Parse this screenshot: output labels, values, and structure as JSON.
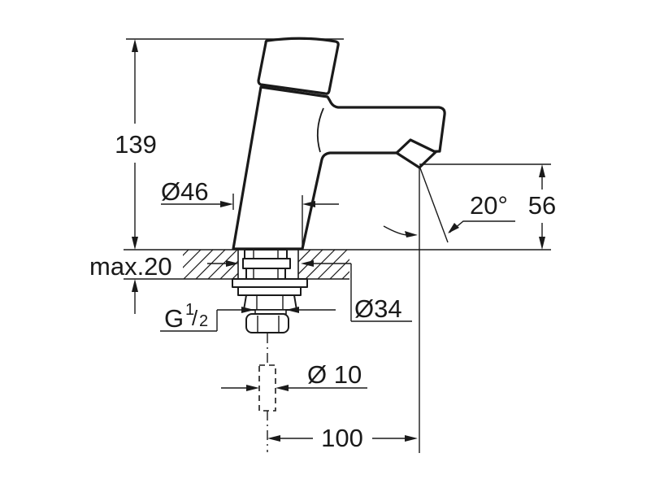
{
  "drawing": {
    "dim_total_height": "139",
    "dim_body_diameter": "Ø46",
    "dim_deck_thickness": "max.20",
    "dim_spray_angle": "20°",
    "dim_spout_height": "56",
    "dim_escutcheon_diameter": "Ø34",
    "dim_thread": {
      "main": "G",
      "sup": "1",
      "slash": "/",
      "sub": "2"
    },
    "dim_pipe_diameter": "Ø 10",
    "dim_reach": "100"
  },
  "colors": {
    "line": "#1a1a1a",
    "background": "#ffffff"
  }
}
